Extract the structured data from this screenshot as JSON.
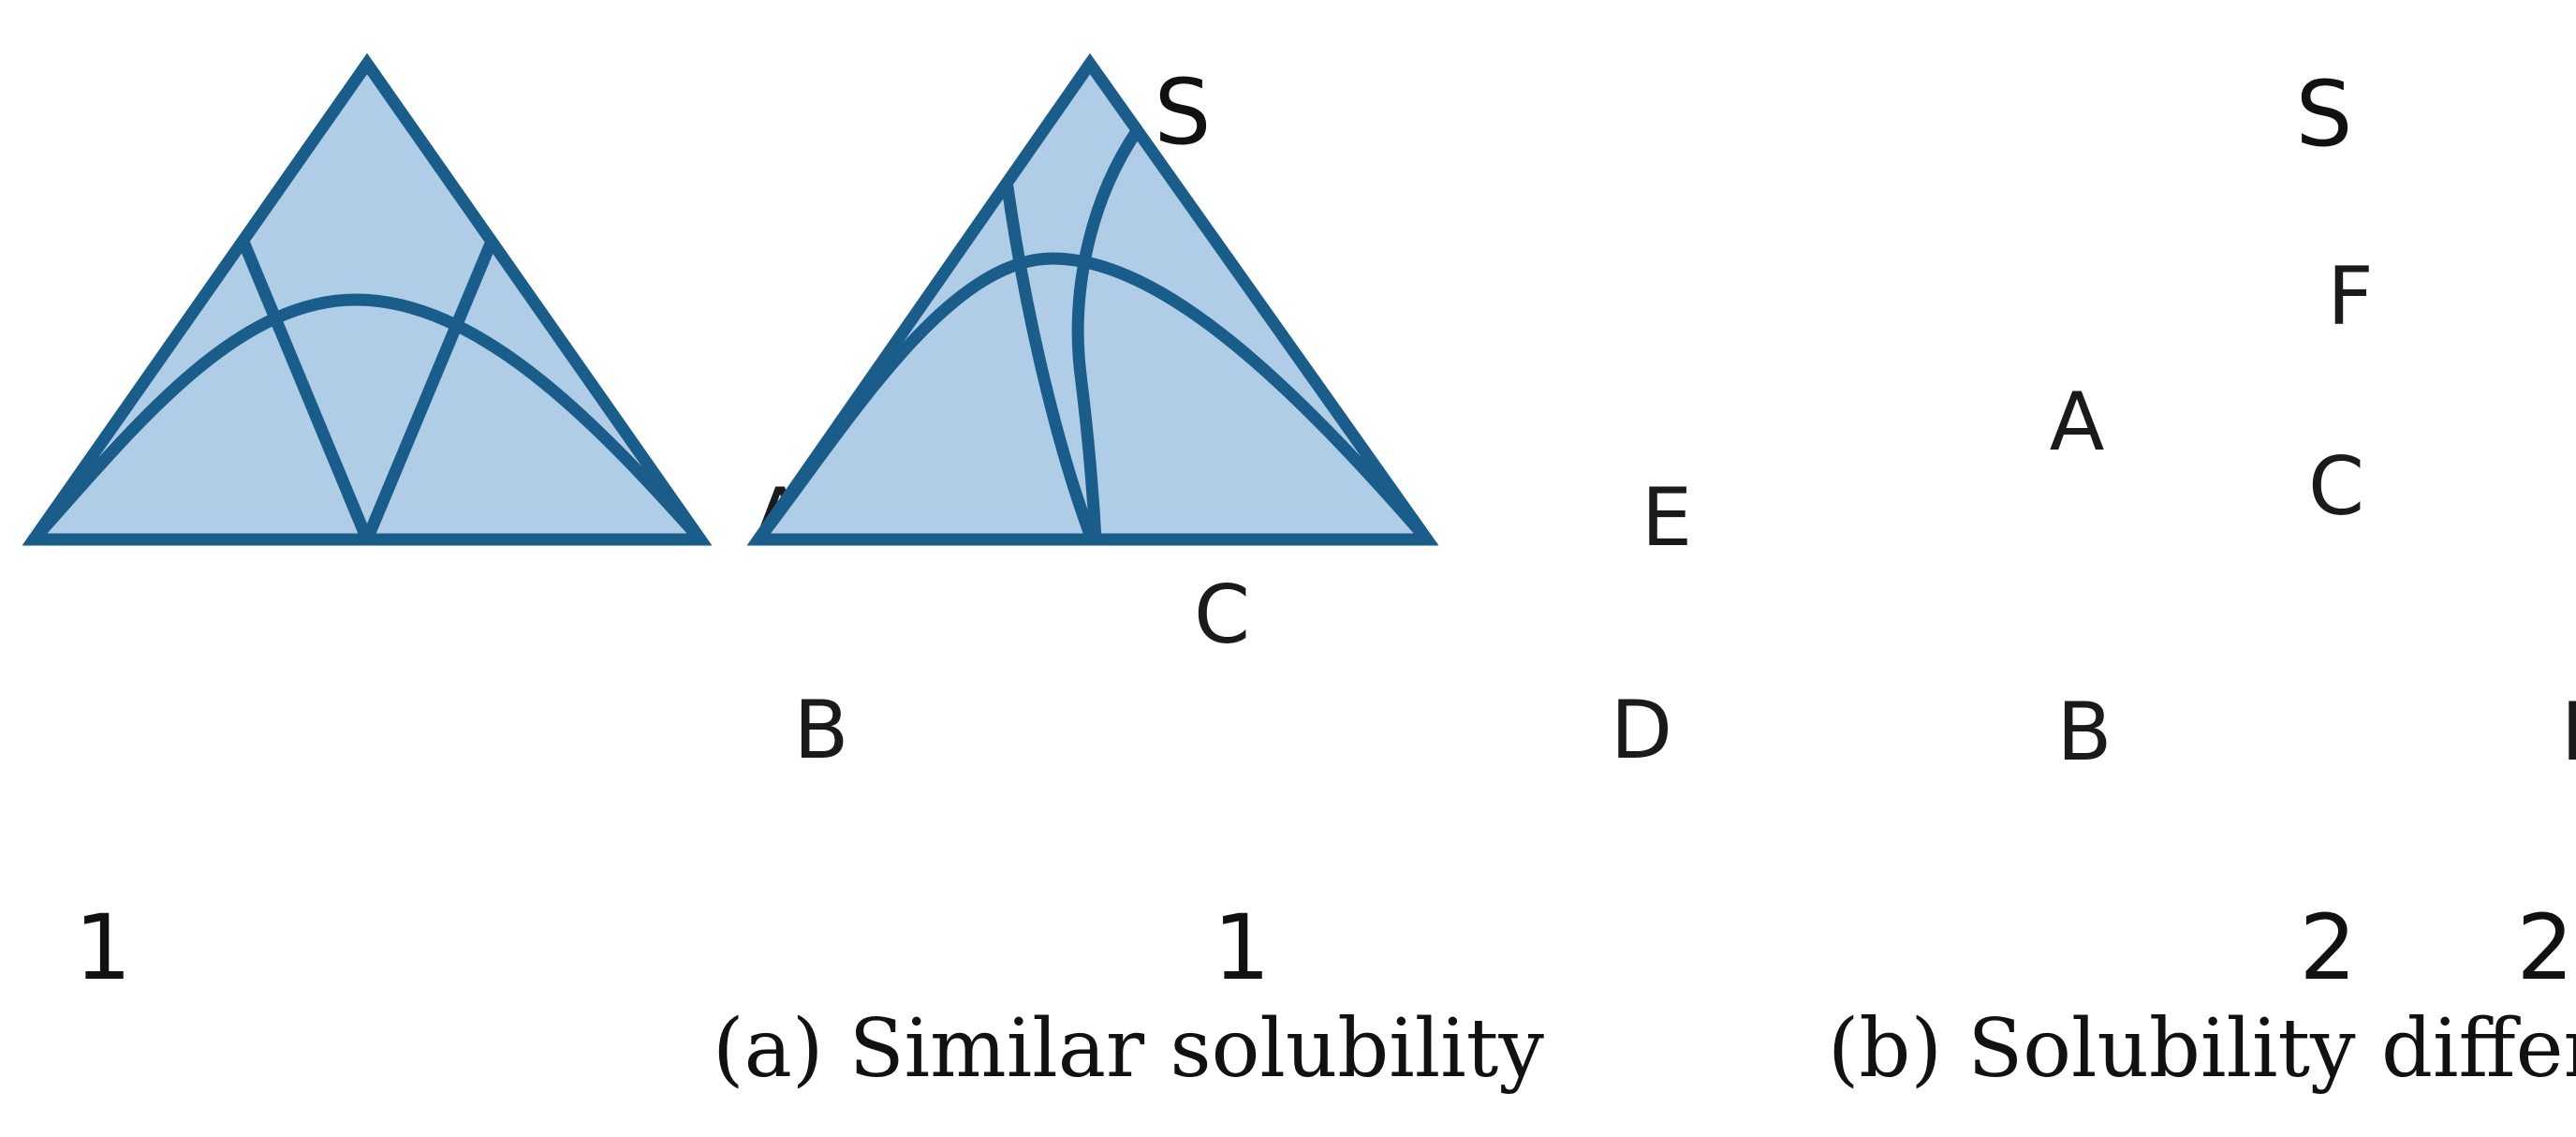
{
  "colors": {
    "fill": "#b0cde7",
    "stroke": "#1a5c8a"
  },
  "panels": [
    {
      "id": "a",
      "caption": "(a) Similar solubility",
      "vertex_labels": {
        "top": "S",
        "left": "1",
        "right": "2"
      },
      "regions": [
        "F",
        "A",
        "E",
        "C",
        "B",
        "D"
      ]
    },
    {
      "id": "b",
      "caption": "(b) Solubility differences",
      "vertex_labels": {
        "top": "S",
        "left": "1",
        "right": "2"
      },
      "regions": [
        "F",
        "A",
        "E",
        "C",
        "B",
        "D"
      ]
    }
  ]
}
